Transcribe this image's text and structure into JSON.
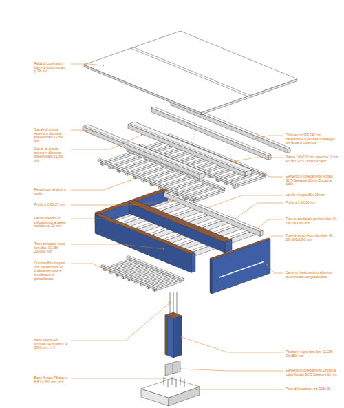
{
  "diagram": {
    "labels": [
      "Falda di copertura in lastre di policarbonato p.2% min",
      "Canale di gronda esterno in alluminio preverniciato a 1.5% min",
      "Canale di gronda interno in alluminio preverniciato a 1.5% min",
      "Pendini con tenditori a molla",
      "Profilo a C 80x27 mm",
      "Lastra alveolare in policarbonato a parete multipla sp. 32 mm",
      "Trave principale legno lamellare GL 28h 200/300 mm",
      "Controsoffitto sospeso con sottostruttura ad orditura semplice e membrature in policarbonato",
      "Barre filettate F8 incollate nel pilastro L = 2000 mm; n° 3",
      "Barre filettate F8 classe 8.8 L = 650 mm; n° 6",
      "Orditure con IPE 240 con distanziatore a pinzetta di fissaggio per lastra di copertura",
      "Piastre 100x100 mm spessore 10 mm Acciaio S275 Zincato a caldo",
      "Elemento di collegamento Acciaio S275 Spessore 10 mm Zincato a caldo",
      "Listello in legno 80x120 mm",
      "Profilo a L 50x50 mm",
      "Trave secondaria legno lamellare GL 28h 200x300 mm",
      "Trave di bordo legno lamellare GL 28h 200x1000 mm",
      "Carter di rivestimento in alluminio preverniciato con gocciolatoio",
      "Pilastro in legno lamellare GL 28h 200x500 mm",
      "Elemento di collegamento Zincato a caldo Acciaio S275 Spessore 10 mm",
      "Plinto di fondazione cls C25 / 30"
    ]
  }
}
